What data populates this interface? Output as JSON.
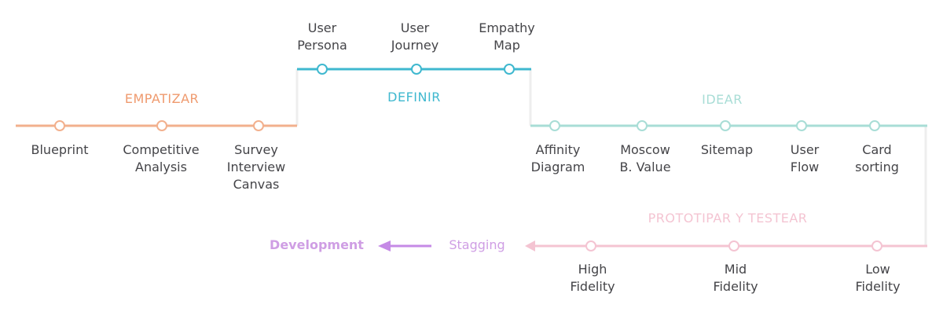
{
  "phases": {
    "empatizar": {
      "title": "EMPATIZAR",
      "color": "#ef9a6e",
      "items": [
        "Blueprint",
        "Competitive\nAnalysis",
        "Survey\nInterview\nCanvas"
      ]
    },
    "definir": {
      "title": "DEFINIR",
      "color": "#3fb8cf",
      "items": [
        "User\nPersona",
        "User\nJourney",
        "Empathy\nMap"
      ]
    },
    "idear": {
      "title": "IDEAR",
      "color": "#a8ddd6",
      "items": [
        "Affinity\nDiagram",
        "Moscow\nB. Value",
        "Sitemap",
        "User\nFlow",
        "Card\nsorting"
      ]
    },
    "prototipar": {
      "title": "PROTOTIPAR Y TESTEAR",
      "color": "#f4c4d2",
      "items": [
        "High\nFidelity",
        "Mid\nFidelity",
        "Low\nFidelity"
      ]
    }
  },
  "stagging": {
    "label": "Stagging",
    "color": "#cf9ee4"
  },
  "development": {
    "label": "Development",
    "color": "#c58ae6"
  }
}
